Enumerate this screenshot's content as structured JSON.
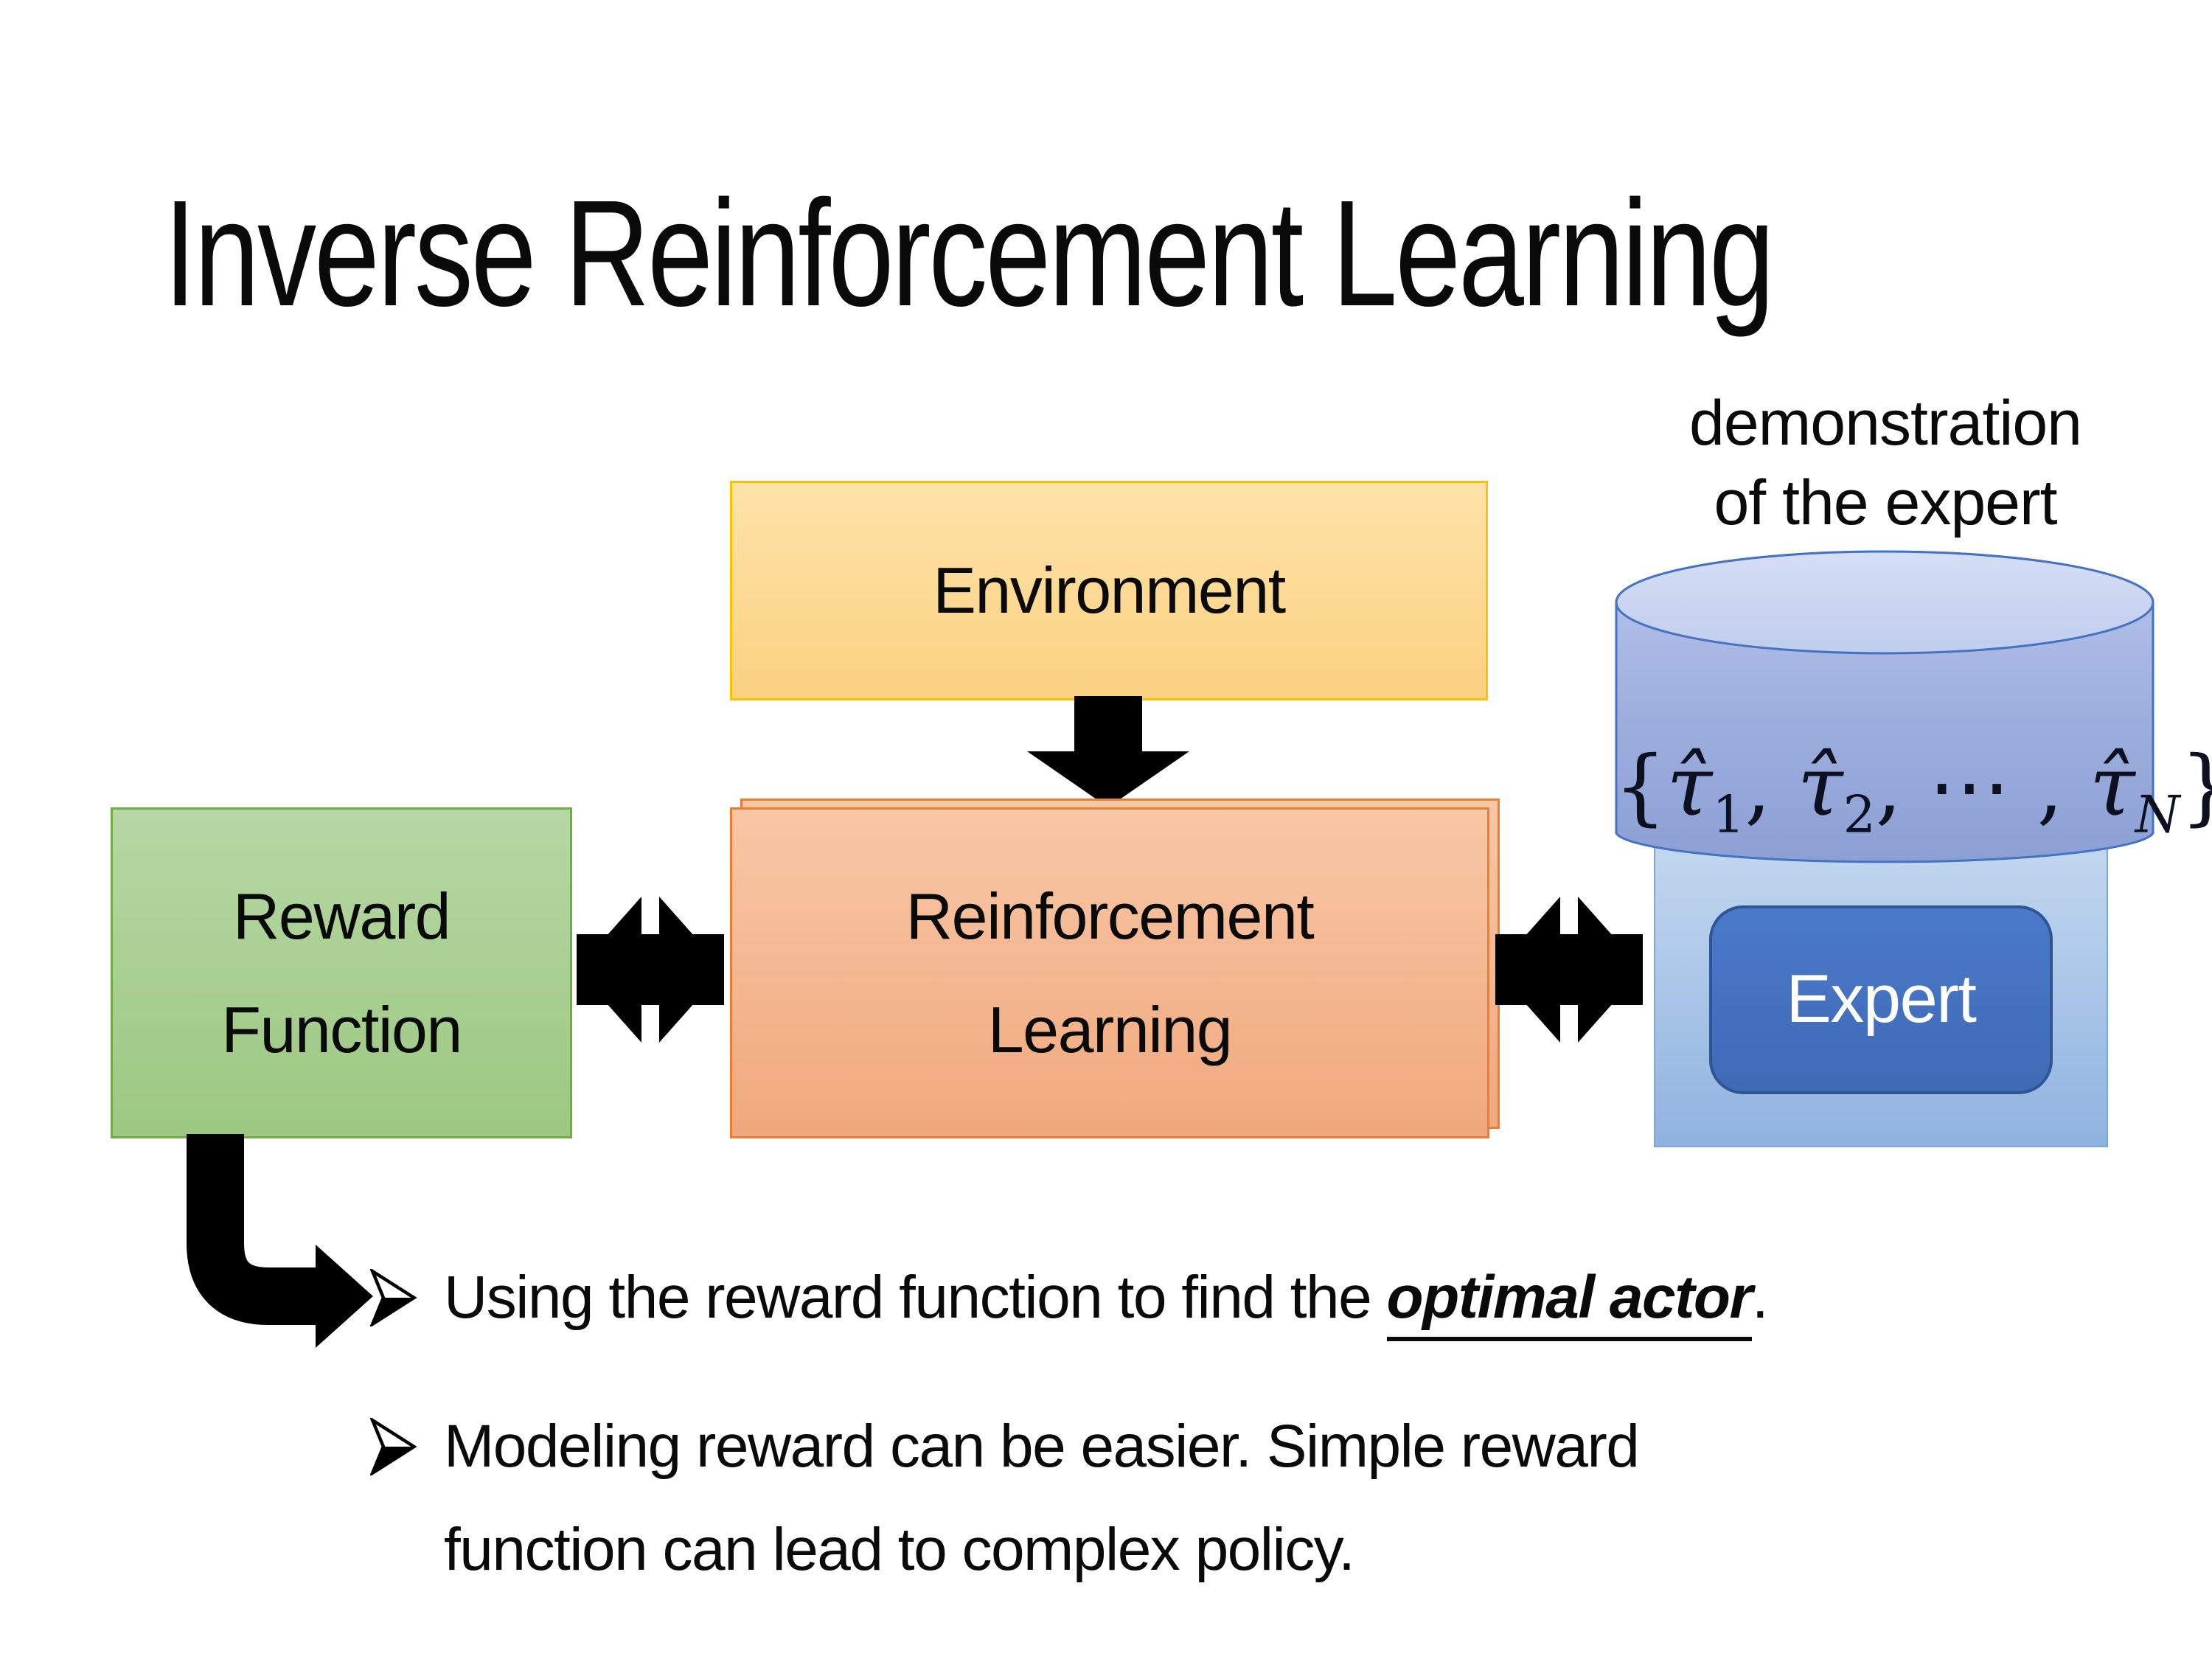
{
  "slide": {
    "title": "Inverse Reinforcement Learning",
    "demo_label": {
      "line1": "demonstration",
      "line2": "of the expert"
    },
    "boxes": {
      "environment": {
        "label": "Environment"
      },
      "reward": {
        "line1": "Reward",
        "line2": "Function"
      },
      "rl": {
        "line1": "Reinforcement",
        "line2": "Learning"
      },
      "expert": {
        "label": "Expert"
      }
    },
    "formula": {
      "open": "{",
      "tau": "τ̂",
      "sub1": "1",
      "sep1": ", ",
      "sub2": "2",
      "sep2": ", ⋯ , ",
      "subN": "N",
      "close": "}"
    },
    "bullets": {
      "item1": {
        "pre": "Using the reward function to find the ",
        "emphasis": "optimal actor",
        "post": "."
      },
      "item2": {
        "line1": "Modeling reward can be easier. Simple reward",
        "line2": "function can lead to complex policy."
      }
    }
  },
  "theme": {
    "env_fill_top": "#FEE3A9",
    "env_fill_bottom": "#FBD181",
    "env_border": "#FFC000",
    "rl_fill_top": "#F8C7A6",
    "rl_fill_bottom": "#F0A87C",
    "rl_border": "#ED7D31",
    "reward_fill_top": "#B6D7A4",
    "reward_fill_bottom": "#9CC881",
    "reward_border": "#70AD47",
    "panel_fill_top": "#C8DBF0",
    "panel_fill_bottom": "#8FB3E0",
    "panel_border": "#7FA8DA",
    "expert_fill_top": "#4B79CA",
    "expert_fill_bottom": "#3E6AB6",
    "expert_border": "#2E5596",
    "cylinder_top_fill": "#CCD7F2",
    "cylinder_body_top": "#B9C6EC",
    "cylinder_body_bottom": "#8CA0D4",
    "cylinder_border": "#4472C4",
    "arrow_color": "#000000",
    "text_color": "#0a0a0a"
  }
}
